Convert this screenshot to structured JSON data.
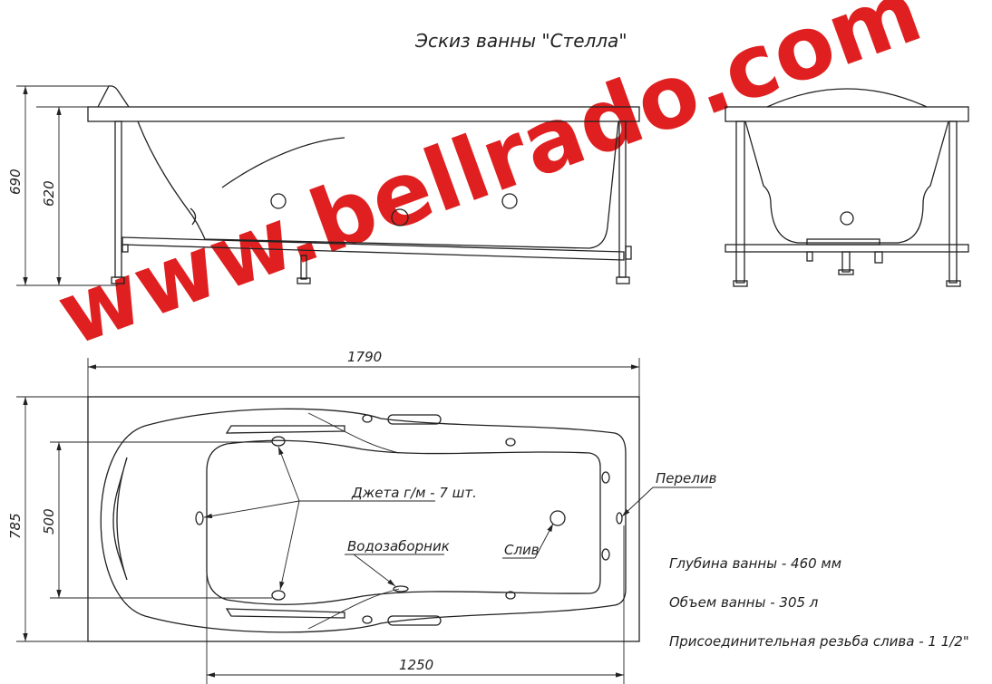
{
  "title": "Эскиз ванны \"Стелла\"",
  "side_view": {
    "dim_total_height": "690",
    "dim_rim_height": "620"
  },
  "top_view": {
    "dim_length": "1790",
    "dim_width": "785",
    "dim_inner_width": "500",
    "dim_inner_length": "1250",
    "label_jets": "Джета г/м - 7 шт.",
    "label_intake": "Водозаборник",
    "label_drain": "Слив",
    "label_overflow": "Перелив"
  },
  "specs": [
    "Глубина ванны - 460 мм",
    "Объем ванны - 305 л",
    "Присоединительная резьба слива - 1 1/2\""
  ],
  "watermark": "www.bellrado.com",
  "colors": {
    "line": "#222222",
    "watermark": "#e02020"
  }
}
